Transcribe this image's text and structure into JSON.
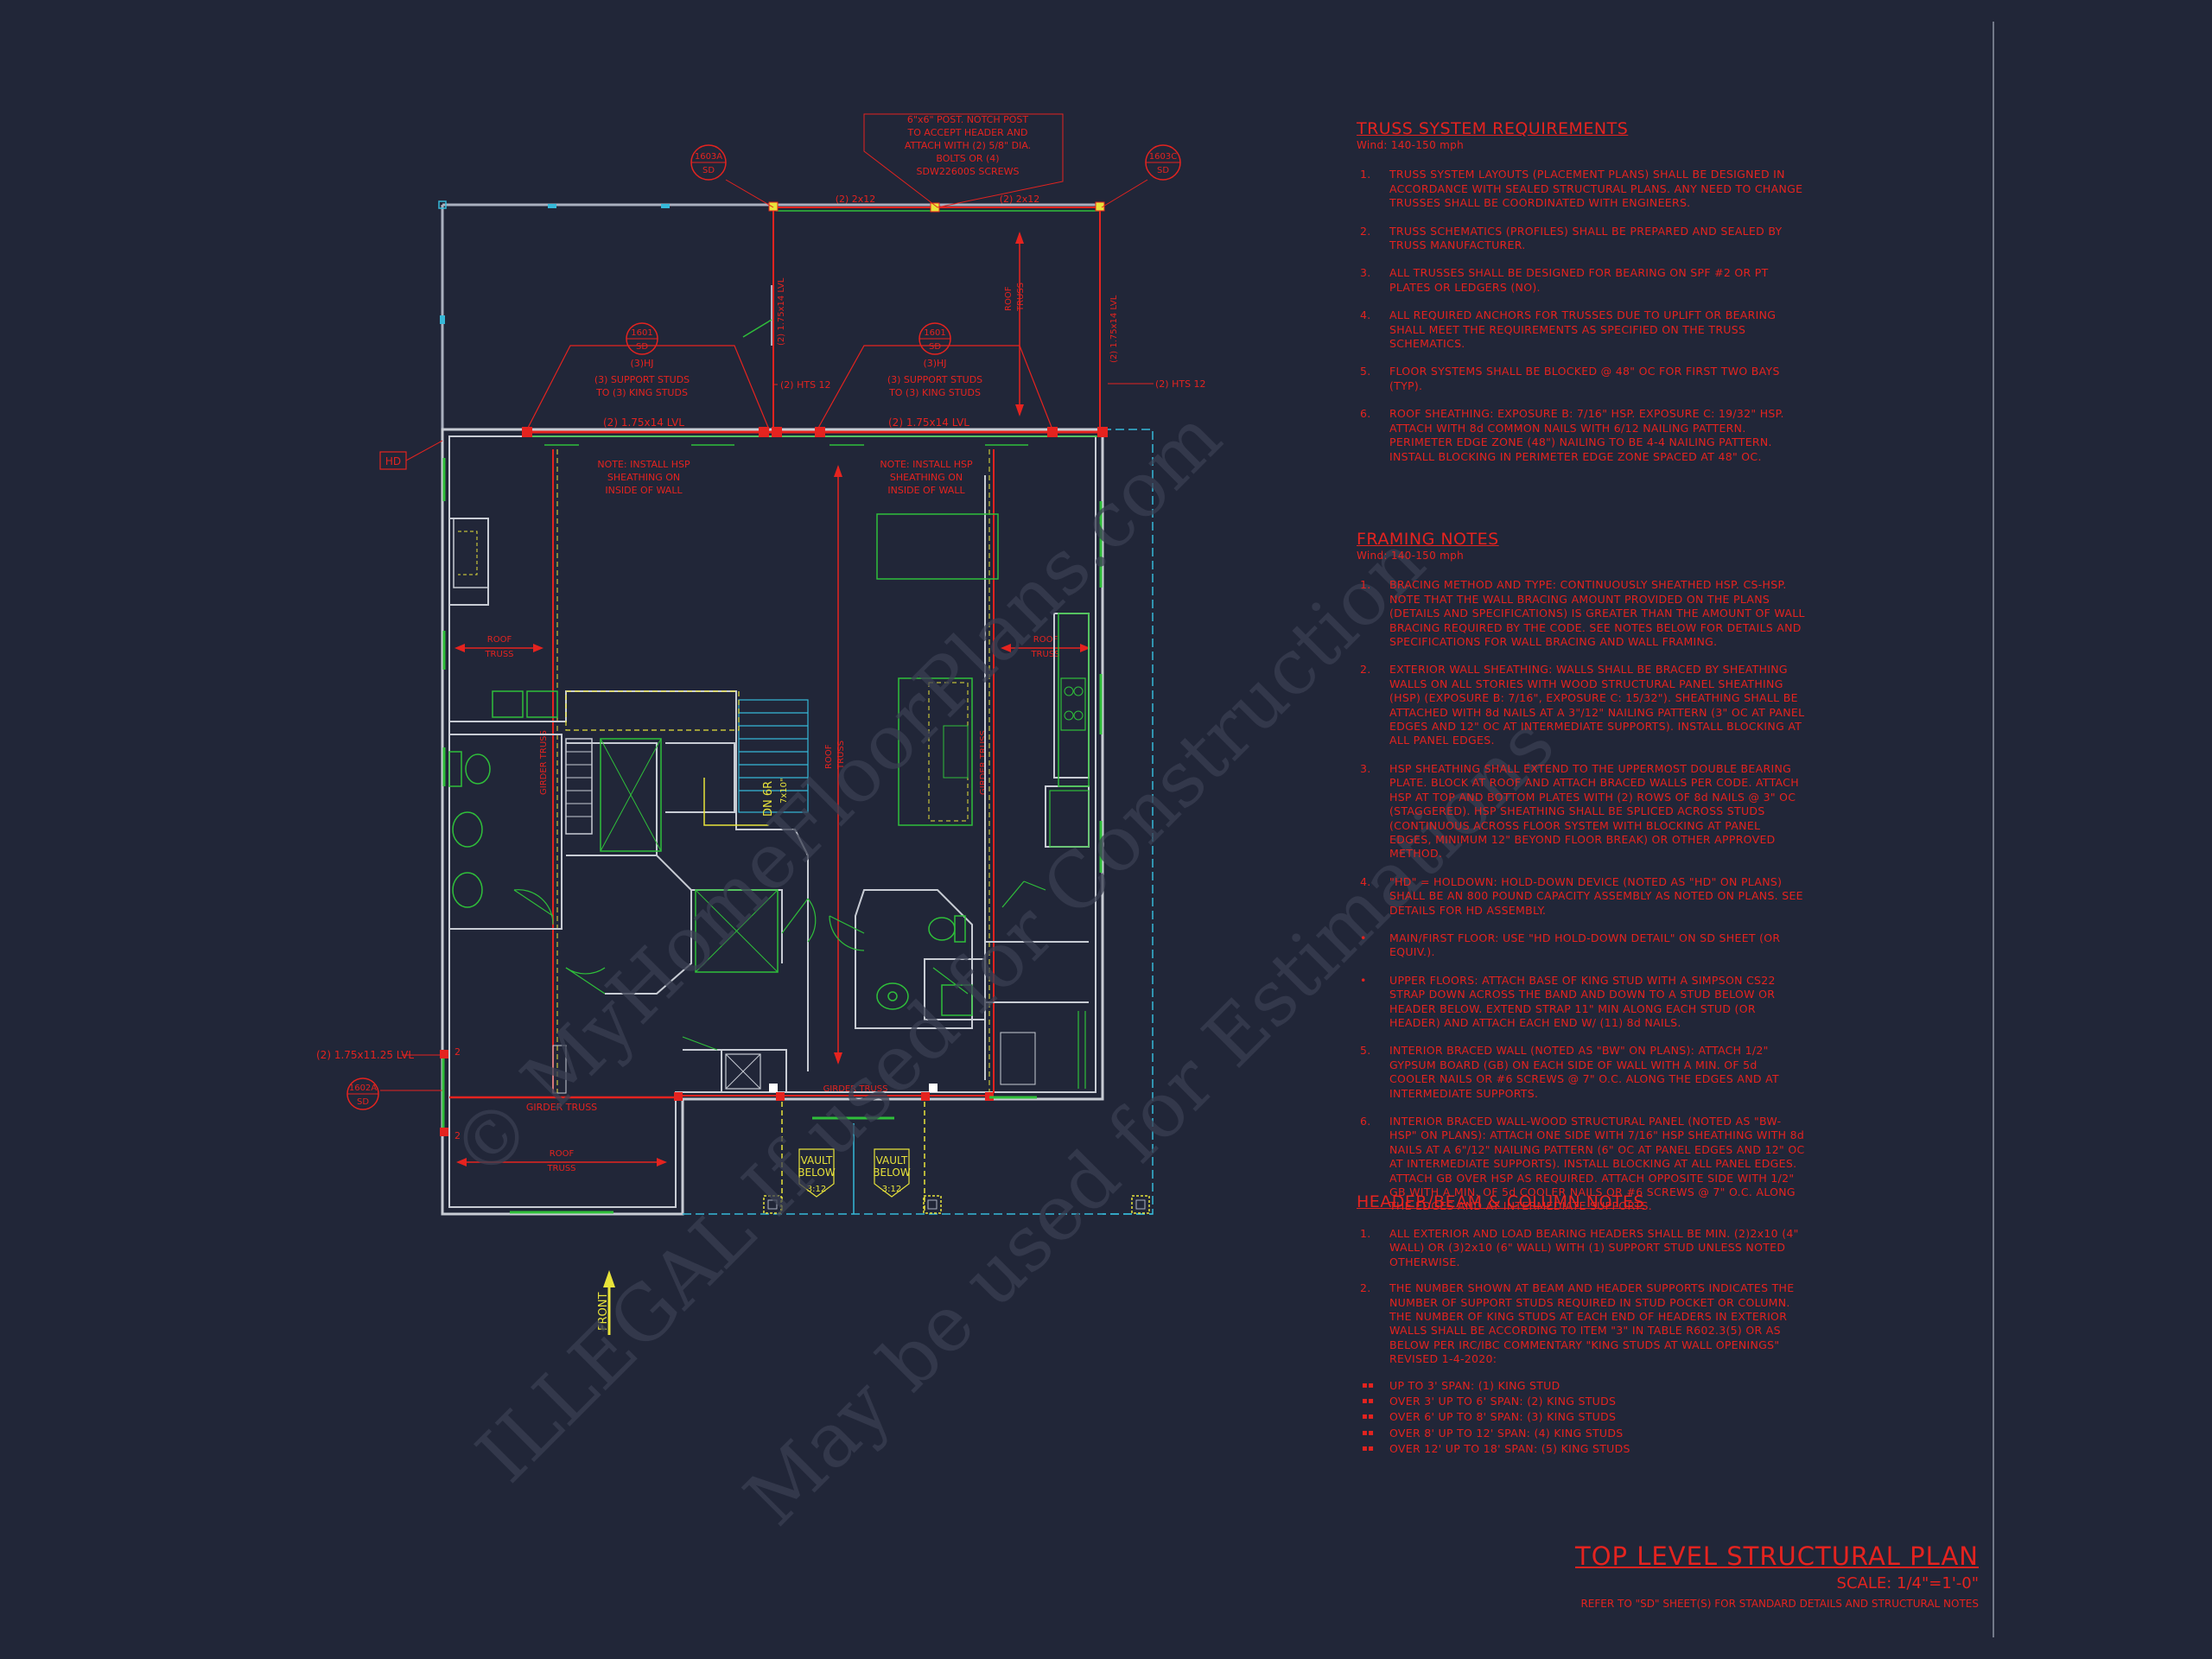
{
  "plan": {
    "section_tags": [
      {
        "top": "1603A",
        "bottom": "SD"
      },
      {
        "top": "1603C",
        "bottom": "SD"
      },
      {
        "top": "1601",
        "bottom": "SD"
      },
      {
        "top": "1601",
        "bottom": "SD"
      },
      {
        "top": "1602A",
        "bottom": "SD"
      }
    ],
    "callouts": {
      "post_note": [
        "6\"x6\" POST. NOTCH POST",
        "TO ACCEPT HEADER AND",
        "ATTACH WITH (2) 5/8\" DIA.",
        "BOLTS OR (4)",
        "SDW22600S SCREWS"
      ],
      "beam_2x12_a": "(2) 2x12",
      "beam_2x12_b": "(2) 2x12",
      "lvl_left_label": "(2) 1.75x14 LVL",
      "lvl_right_label": "(2) 1.75x14 LVL",
      "support_left": [
        "(3)HJ",
        "(3) SUPPORT STUDS",
        "TO (3) KING STUDS"
      ],
      "support_right": [
        "(3)HJ",
        "(3) SUPPORT STUDS",
        "TO (3) KING STUDS"
      ],
      "hts_left": "(2) HTS 12",
      "hts_right": "(2) HTS 12",
      "note_sheathing_left": [
        "NOTE: INSTALL HSP",
        "SHEATHING ON",
        "INSIDE OF WALL"
      ],
      "note_sheathing_right": [
        "NOTE: INSTALL HSP",
        "SHEATHING ON",
        "INSIDE OF WALL"
      ],
      "roof_truss": "ROOF\nTRUSS",
      "roof_trusses_label_1": "ROOF",
      "roof_trusses_label_2": "TRUSS",
      "girder_truss": "GIRDER TRUSS",
      "lvl_bottom_label": "(2) 1.75x11.25 LVL",
      "hd_label": "HD",
      "dn_label": "DN 6R",
      "dn_sub": "7x10\"",
      "vault_1": [
        "VAULT",
        "BELOW",
        "3:12"
      ],
      "vault_2": [
        "VAULT",
        "BELOW",
        "3:12"
      ],
      "front_label": "FRONT",
      "note_2": "2"
    }
  },
  "truss_notes": {
    "heading": "TRUSS SYSTEM REQUIREMENTS",
    "sub": "Wind: 140-150 mph",
    "items": [
      {
        "n": "1.",
        "t": "TRUSS SYSTEM LAYOUTS (PLACEMENT PLANS) SHALL BE DESIGNED IN ACCORDANCE WITH SEALED STRUCTURAL PLANS. ANY NEED TO CHANGE TRUSSES SHALL BE COORDINATED WITH ENGINEERS."
      },
      {
        "n": "2.",
        "t": "TRUSS SCHEMATICS (PROFILES) SHALL BE PREPARED AND SEALED BY TRUSS MANUFACTURER."
      },
      {
        "n": "3.",
        "t": "ALL TRUSSES SHALL BE DESIGNED FOR BEARING ON SPF #2 OR PT PLATES OR LEDGERS (NO)."
      },
      {
        "n": "4.",
        "t": "ALL REQUIRED ANCHORS FOR TRUSSES DUE TO UPLIFT OR BEARING SHALL MEET THE REQUIREMENTS AS SPECIFIED ON THE TRUSS SCHEMATICS."
      },
      {
        "n": "5.",
        "t": "FLOOR SYSTEMS SHALL BE BLOCKED @ 48\" OC FOR FIRST TWO BAYS (TYP)."
      },
      {
        "n": "6.",
        "t": "ROOF SHEATHING: EXPOSURE B: 7/16\" HSP. EXPOSURE C: 19/32\" HSP. ATTACH WITH 8d COMMON NAILS WITH 6/12 NAILING PATTERN. PERIMETER EDGE ZONE (48\") NAILING TO BE 4-4 NAILING PATTERN. INSTALL BLOCKING IN PERIMETER EDGE ZONE SPACED AT 48\" OC."
      }
    ]
  },
  "framing_notes": {
    "heading": "FRAMING NOTES",
    "sub": "Wind: 140-150 mph",
    "items": [
      {
        "n": "1.",
        "t": "BRACING METHOD AND TYPE: CONTINUOUSLY SHEATHED HSP. CS-HSP. NOTE THAT THE WALL BRACING AMOUNT PROVIDED ON THE PLANS (DETAILS AND SPECIFICATIONS) IS GREATER THAN THE AMOUNT OF WALL BRACING REQUIRED BY THE CODE. SEE NOTES BELOW FOR DETAILS AND SPECIFICATIONS FOR WALL BRACING AND WALL FRAMING."
      },
      {
        "n": "2.",
        "t": "EXTERIOR WALL SHEATHING: WALLS SHALL BE BRACED BY SHEATHING WALLS ON ALL STORIES WITH WOOD STRUCTURAL PANEL SHEATHING (HSP) (EXPOSURE B: 7/16\", EXPOSURE C: 15/32\"). SHEATHING SHALL BE ATTACHED WITH 8d NAILS AT A 3\"/12\" NAILING PATTERN (3\" OC AT PANEL EDGES AND 12\" OC AT INTERMEDIATE SUPPORTS). INSTALL BLOCKING AT ALL PANEL EDGES."
      },
      {
        "n": "3.",
        "t": "HSP SHEATHING SHALL EXTEND TO THE UPPERMOST DOUBLE BEARING PLATE. BLOCK AT ROOF AND ATTACH BRACED WALLS PER CODE. ATTACH HSP AT TOP AND BOTTOM PLATES WITH (2) ROWS OF 8d NAILS @ 3\" OC (STAGGERED). HSP SHEATHING SHALL BE SPLICED ACROSS STUDS (CONTINUOUS ACROSS FLOOR SYSTEM WITH BLOCKING AT PANEL EDGES, MINIMUM 12\" BEYOND FLOOR BREAK) OR OTHER APPROVED METHOD."
      },
      {
        "n": "4.",
        "t": "\"HD\" = HOLDOWN: HOLD-DOWN DEVICE (NOTED AS \"HD\" ON PLANS) SHALL BE AN 800 POUND CAPACITY ASSEMBLY AS NOTED ON PLANS. SEE DETAILS FOR HD ASSEMBLY.",
        "u": "\"HD\" = HOLDOWN:"
      },
      {
        "n": "•",
        "t": "MAIN/FIRST FLOOR: USE \"HD HOLD-DOWN DETAIL\" ON SD SHEET (OR EQUIV.).",
        "u": "MAIN/FIRST FLOOR:"
      },
      {
        "n": "•",
        "t": "UPPER FLOORS: ATTACH BASE OF KING STUD WITH A SIMPSON CS22 STRAP DOWN ACROSS THE BAND AND DOWN TO A STUD BELOW OR HEADER BELOW. EXTEND STRAP 11\" MIN ALONG EACH STUD (OR HEADER) AND ATTACH EACH END W/ (11) 8d NAILS.",
        "u": "UPPER FLOORS:"
      },
      {
        "n": "5.",
        "t": "INTERIOR BRACED WALL (NOTED AS \"BW\" ON PLANS): ATTACH 1/2\" GYPSUM BOARD (GB) ON EACH SIDE OF WALL WITH A MIN. OF 5d COOLER NAILS OR #6 SCREWS @ 7\" O.C. ALONG THE EDGES AND AT INTERMEDIATE SUPPORTS."
      },
      {
        "n": "6.",
        "t": "INTERIOR BRACED WALL-WOOD STRUCTURAL PANEL (NOTED AS \"BW-HSP\" ON PLANS): ATTACH ONE SIDE WITH 7/16\" HSP SHEATHING WITH 8d NAILS AT A 6\"/12\" NAILING PATTERN (6\" OC AT PANEL EDGES AND 12\" OC AT INTERMEDIATE SUPPORTS). INSTALL BLOCKING AT ALL PANEL EDGES. ATTACH GB OVER HSP AS REQUIRED. ATTACH OPPOSITE SIDE WITH 1/2\" GB WITH A MIN. OF 5d COOLER NAILS OR #6 SCREWS @ 7\" O.C. ALONG THE EDGES AND AT INTERMEDIATE SUPPORTS."
      }
    ]
  },
  "header_notes": {
    "heading": "HEADER/BEAM & COLUMN NOTES",
    "items": [
      {
        "n": "1.",
        "t": "ALL EXTERIOR AND LOAD BEARING HEADERS SHALL BE MIN. (2)2x10 (4\" WALL) OR (3)2x10 (6\" WALL) WITH (1) SUPPORT STUD UNLESS NOTED OTHERWISE."
      },
      {
        "n": "2.",
        "t": "THE NUMBER SHOWN AT BEAM AND HEADER SUPPORTS INDICATES THE NUMBER OF SUPPORT STUDS REQUIRED IN STUD POCKET OR COLUMN. THE NUMBER OF KING STUDS AT EACH END OF HEADERS IN EXTERIOR WALLS SHALL BE ACCORDING TO ITEM \"3\" IN TABLE R602.3(5) OR AS BELOW PER IRC/IBC COMMENTARY \"KING STUDS AT WALL OPENINGS\" REVISED 1-4-2020:"
      }
    ],
    "bullets": [
      "UP TO 3' SPAN: (1) KING STUD",
      "OVER 3' UP TO 6' SPAN: (2) KING STUDS",
      "OVER 6' UP TO 8' SPAN: (3) KING STUDS",
      "OVER 8' UP TO 12' SPAN: (4) KING STUDS",
      "OVER 12' UP TO 18' SPAN: (5) KING STUDS"
    ]
  },
  "title_block": {
    "title": "TOP LEVEL STRUCTURAL PLAN",
    "scale": "SCALE: 1/4\"=1'-0\"",
    "refer": "REFER TO \"SD\" SHEET(S) FOR STANDARD DETAILS AND STRUCTURAL NOTES"
  },
  "watermark": {
    "line1": "© MyHomeFloorPlans.com",
    "line2": "ILLEGAL If used for Construction",
    "line3": "May be used for Estimations"
  },
  "colors": {
    "background": "#212638",
    "red": "#e5231f",
    "wall": "#c8ccd4",
    "green": "#2fbf3a",
    "yellow": "#e8e33a",
    "cyan": "#36b8d8"
  }
}
